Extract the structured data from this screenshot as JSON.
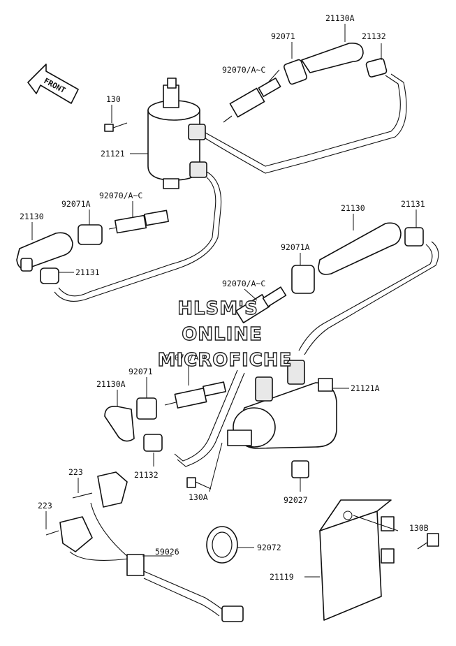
{
  "watermark": {
    "line1": "HLSM'S",
    "line2": "ONLINE",
    "line3": "MICROFICHE"
  },
  "front_arrow": {
    "label": "FRONT"
  },
  "part_labels": {
    "p21130A_top": "21130A",
    "p92071_top": "92071",
    "p21132_top": "21132",
    "p92070_top": "92070/A~C",
    "p130": "130",
    "p21121": "21121",
    "p92071A_left": "92071A",
    "p92070_left": "92070/A~C",
    "p21130_left": "21130",
    "p21131_left": "21131",
    "p21130_right": "21130",
    "p21131_right": "21131",
    "p92071A_right": "92071A",
    "p92070_mid": "92070/A~C",
    "p92070_low": "92070/A~C",
    "p92071_low": "92071",
    "p21130A_low": "21130A",
    "p21121A": "21121A",
    "p21132_low": "21132",
    "p223_a": "223",
    "p223_b": "223",
    "p130A": "130A",
    "p92027": "92027",
    "p130B": "130B",
    "p92072": "92072",
    "p59026": "59026",
    "p21119": "21119"
  }
}
